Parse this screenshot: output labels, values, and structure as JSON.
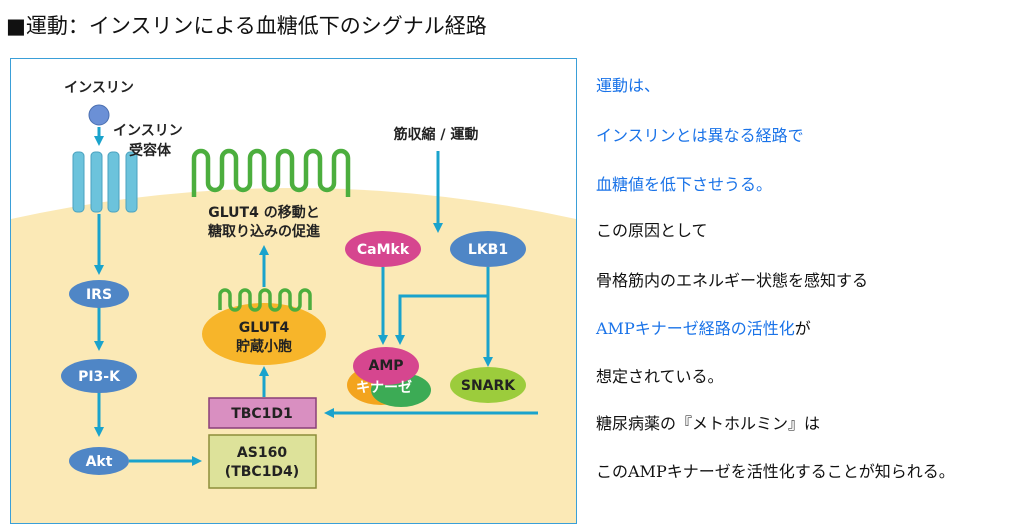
{
  "title": "■運動：インスリンによる血糖低下のシグナル経路",
  "diagram": {
    "insulin": "インスリン",
    "receptor_line1": "インスリン",
    "receptor_line2": "受容体",
    "irs": "IRS",
    "pi3k": "PI3-K",
    "akt": "Akt",
    "glut4_move_line1": "GLUT4 の移動と",
    "glut4_move_line2": "糖取り込みの促進",
    "glut4_vesicle_line1": "GLUT4",
    "glut4_vesicle_line2": "貯蔵小胞",
    "tbc1d1": "TBC1D1",
    "as160_line1": "AS160",
    "as160_line2": "(TBC1D4)",
    "muscle_contraction": "筋収縮 / 運動",
    "camkk": "CaMkk",
    "lkb1": "LKB1",
    "ampk_line1": "AMP",
    "ampk_line2": "キナーゼ",
    "snark": "SNARK",
    "colors": {
      "cell": "#fbe9b6",
      "arrow": "#1aa3cc",
      "receptor": "#6cc3dc",
      "green": "#4cae3e",
      "node_blue": "#4f86c6",
      "camkk": "#d6468f",
      "ampk_orange": "#f3a41e",
      "ampk_green": "#3cab55",
      "snark": "#9ccc3c",
      "tbc1d1": "#d98fc1",
      "as160": "#dde29a",
      "vesicle": "#f7b52a"
    }
  },
  "notes": [
    {
      "text": "運動は、",
      "color": "blue"
    },
    {
      "text": "インスリンとは異なる経路で",
      "color": "blue"
    },
    {
      "text": "血糖値を低下させうる。",
      "color": "blue"
    },
    {
      "text": "この原因として",
      "color": "black"
    },
    {
      "text": "骨格筋内のエネルギー状態を感知する",
      "color": "black"
    },
    {
      "text": "AMPキナーゼ経路の活性化",
      "color": "blue",
      "suffix": "が"
    },
    {
      "text": "想定されている。",
      "color": "black"
    },
    {
      "text": "糖尿病薬の『メトホルミン』は",
      "color": "black"
    },
    {
      "text": "このAMPキナーゼを活性化することが知られる。",
      "color": "black"
    }
  ]
}
